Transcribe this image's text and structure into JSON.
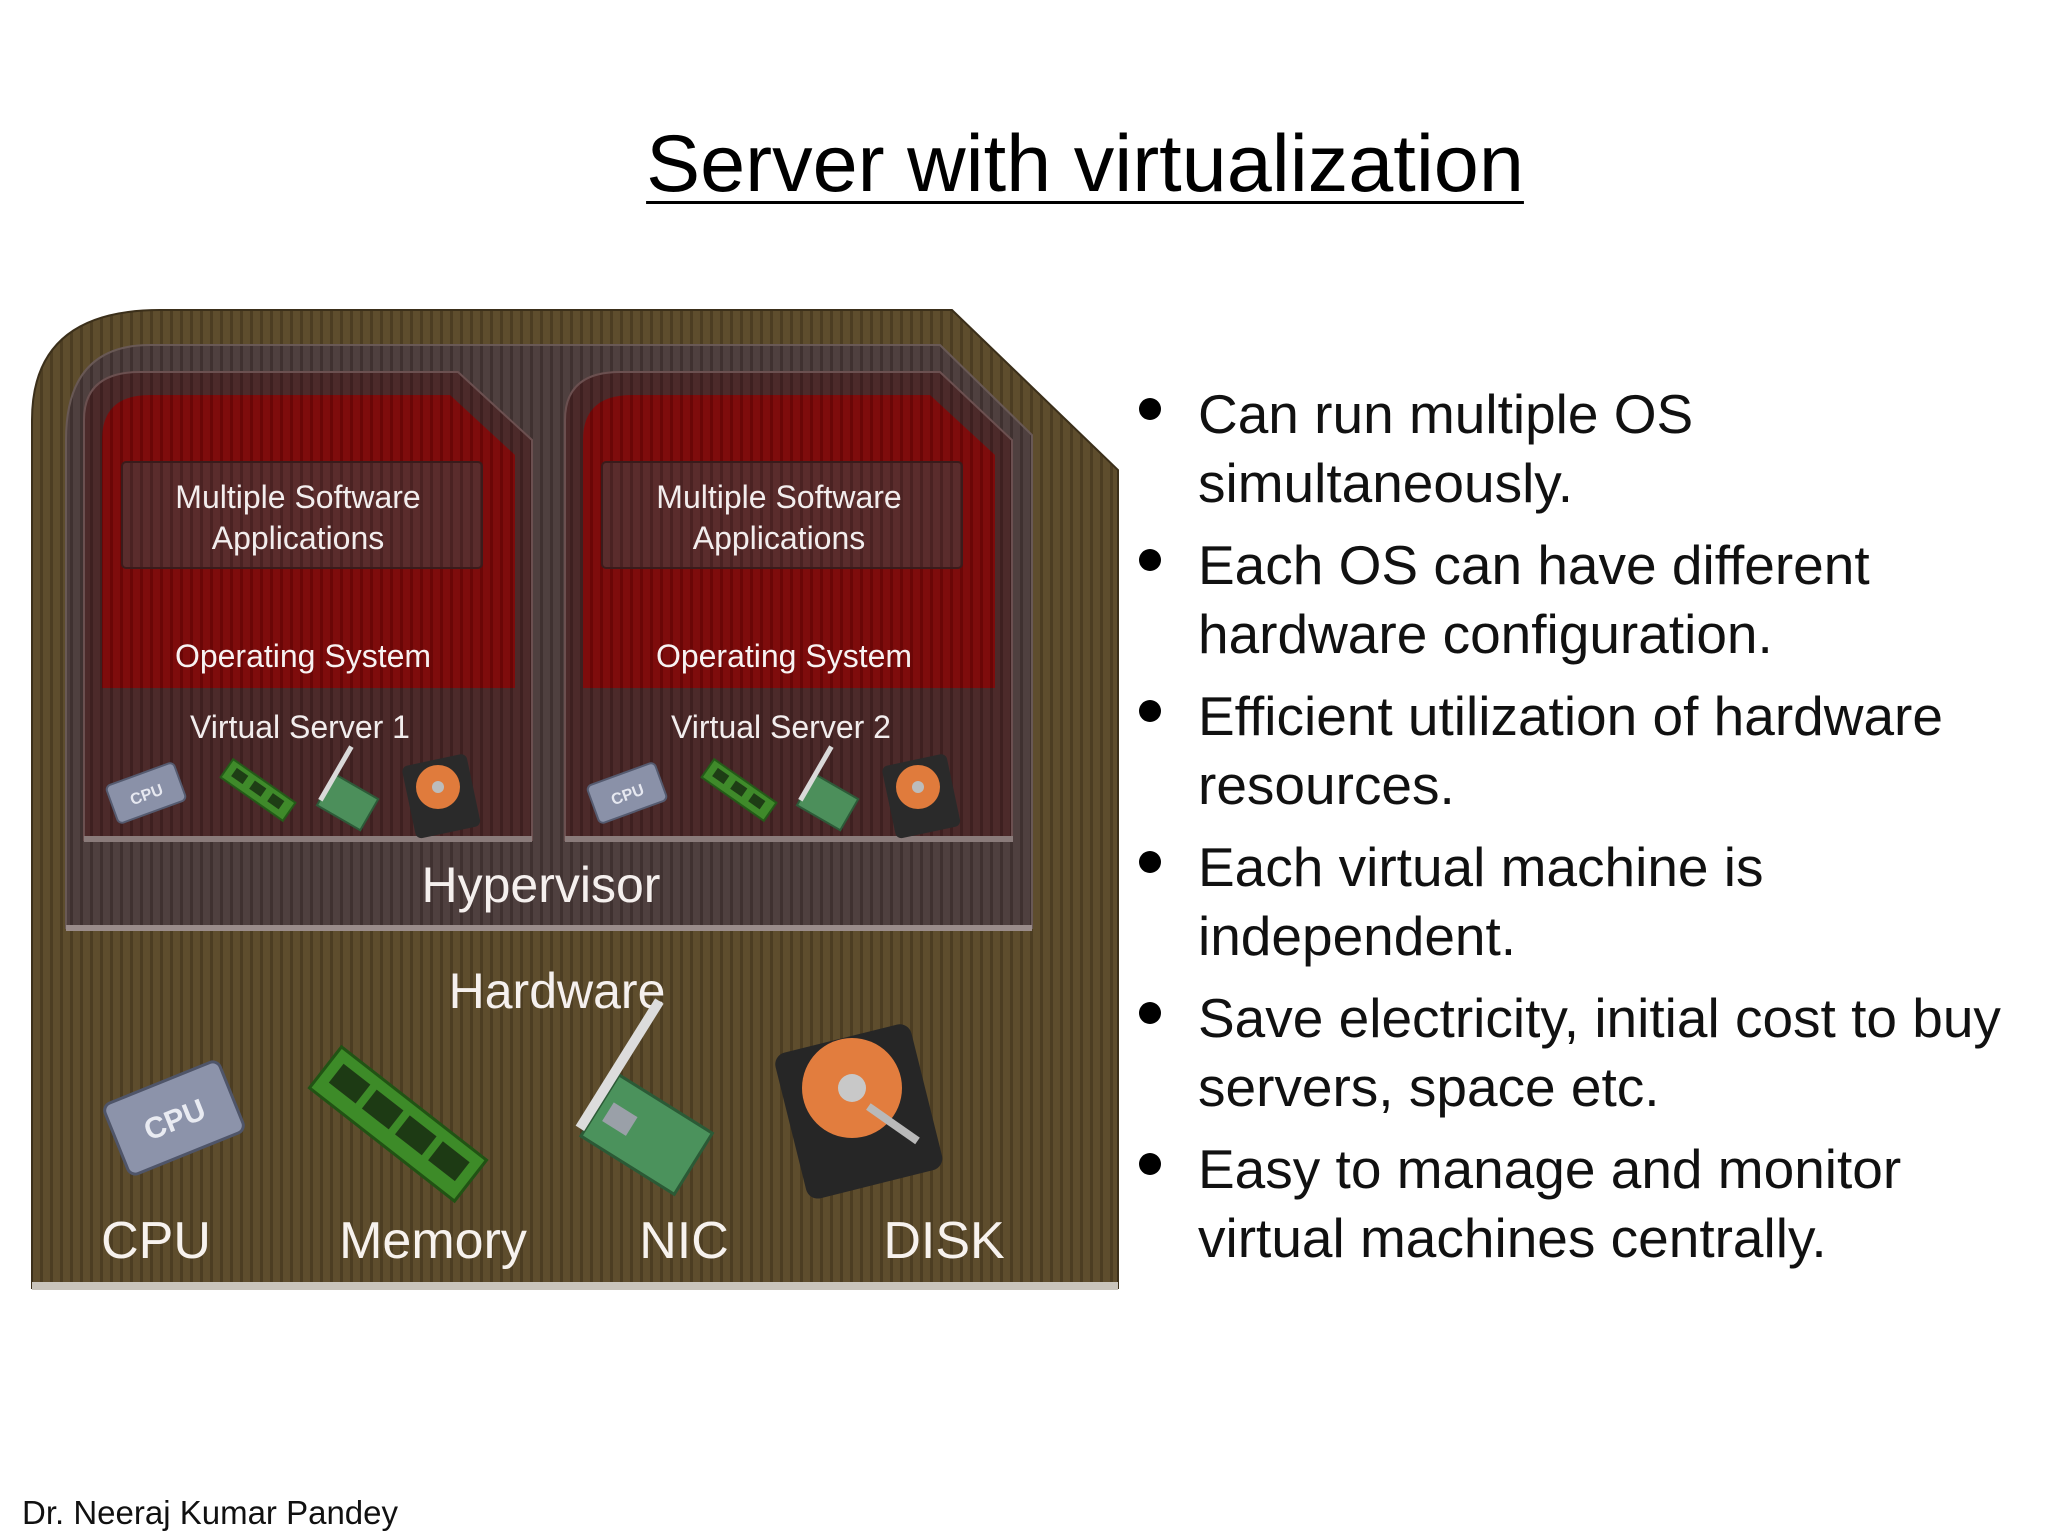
{
  "slide": {
    "title": "Server with virtualization",
    "author": "Dr. Neeraj Kumar Pandey"
  },
  "diagram": {
    "virtual_servers": [
      {
        "apps_line1": "Multiple Software",
        "apps_line2": "Applications",
        "os": "Operating System",
        "label": "Virtual Server 1"
      },
      {
        "apps_line1": "Multiple Software",
        "apps_line2": "Applications",
        "os": "Operating System",
        "label": "Virtual Server 2"
      }
    ],
    "hypervisor": "Hypervisor",
    "hardware": "Hardware",
    "components": [
      "CPU",
      "Memory",
      "NIC",
      "DISK"
    ],
    "chip_text": "CPU",
    "colors": {
      "board": "#5b4a2c",
      "os_red": "#7d0a0a",
      "hypervisor": "#4a3b3a"
    }
  },
  "bullets": [
    {
      "line1": "Can run multiple OS",
      "line2": "simultaneously."
    },
    {
      "line1": "Each OS can have different",
      "line2": "hardware configuration."
    },
    {
      "line1": "Efficient utilization of hardware",
      "line2": "resources."
    },
    {
      "line1": "Each virtual machine is",
      "line2": "independent."
    },
    {
      "line1": "Save electricity, initial cost to buy",
      "line2": "servers, space etc."
    },
    {
      "line1": "Easy to manage and monitor",
      "line2": "virtual machines centrally."
    }
  ]
}
